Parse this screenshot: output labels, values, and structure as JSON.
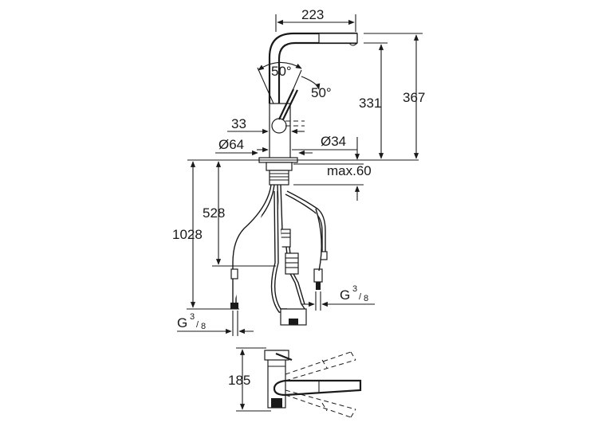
{
  "diagram": {
    "dimensions": {
      "spout_reach": "223",
      "swivel_angle_left": "50°",
      "swivel_angle_right": "50°",
      "spout_outlet_height": "331",
      "total_height": "367",
      "handle_offset": "33",
      "base_diameter": "Ø64",
      "body_diameter": "Ø34",
      "max_deck_thickness": "max.60",
      "hose_connection_length": "528",
      "total_hose_length": "1028",
      "supply_thread_left": "G",
      "supply_thread_right": "G",
      "thread_num": "3",
      "thread_den": "8",
      "top_view_depth": "185"
    },
    "colors": {
      "line": "#1a1a1a",
      "background": "#ffffff"
    }
  }
}
